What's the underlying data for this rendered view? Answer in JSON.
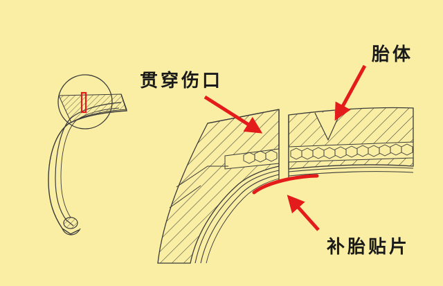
{
  "labels": {
    "penetrating_wound": "贯穿伤口",
    "tire_carcass": "胎体",
    "repair_patch": "补胎贴片"
  },
  "colors": {
    "background": "#f9eea3",
    "line": "#3a3a3a",
    "arrow": "#e31b1b",
    "patch": "#e31b1b",
    "marker": "#e31b1b"
  }
}
